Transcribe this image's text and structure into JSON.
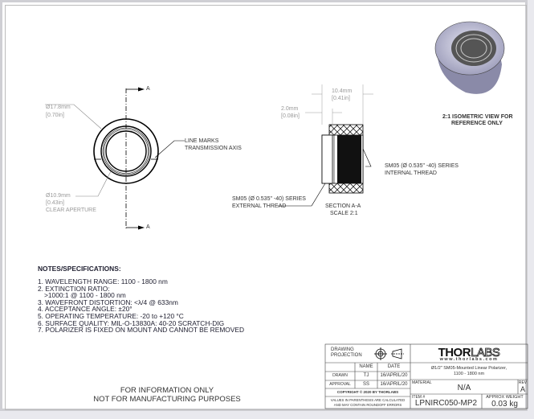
{
  "front_view": {
    "section_label": "A",
    "outer_dia_mm": "Ø17.8mm",
    "outer_dia_in": "[0.70in]",
    "aperture_dia_mm": "Ø10.9mm",
    "aperture_dia_in": "[0.43in]",
    "aperture_label": "CLEAR APERTURE",
    "line_marks_1": "LINE MARKS",
    "line_marks_2": "TRANSMISSION AXIS"
  },
  "section_view": {
    "length_mm": "10.4mm",
    "length_in": "[0.41in]",
    "thread_len_mm": "2.0mm",
    "thread_len_in": "[0.08in]",
    "internal_1": "SM05 (Ø 0.535\" -40) SERIES",
    "internal_2": "INTERNAL THREAD",
    "external_1": "SM05 (Ø 0.535\" -40) SERIES",
    "external_2": "EXTERNAL THREAD",
    "title_1": "SECTION A-A",
    "title_2": "SCALE 2:1"
  },
  "iso_view": {
    "line1": "2:1 ISOMETRIC VIEW FOR",
    "line2": "REFERENCE ONLY"
  },
  "notes": {
    "title": "NOTES/SPECIFICATIONS:",
    "items": [
      "1. WAVELENGTH RANGE: 1100 - 1800 nm",
      "2. EXTINCTION RATIO:",
      "    >1000:1 @ 1100 - 1800 nm",
      "3. WAVEFRONT DISTORTION: <λ/4 @ 633nm",
      "4. ACCEPTANCE ANGLE: ±20°",
      "5. OPERATING TEMPERATURE: -20 to +120 °C",
      "6. SURFACE QUALITY: MIL-O-13830A: 40-20 SCRATCH-DIG",
      "7. POLARIZER IS FIXED ON MOUNT AND CANNOT BE REMOVED"
    ]
  },
  "disclaimer": {
    "line1": "FOR INFORMATION ONLY",
    "line2": "NOT FOR MANUFACTURING PURPOSES"
  },
  "title_block": {
    "projection_label_1": "DRAWING",
    "projection_label_2": "PROJECTION",
    "name_header": "NAME",
    "date_header": "DATE",
    "drawn_label": "DRAWN",
    "drawn_name": "TJ",
    "drawn_date": "16/APRIL/20",
    "approval_label": "APPROVAL",
    "approval_name": "SS",
    "approval_date": "16/APRIL/20",
    "copyright": "COPYRIGHT © 2020 BY THORLABS",
    "values_note_1": "VALUES IN PARENTHESIS ARE CALCULATED",
    "values_note_2": "AND MAY CONTAIN ROUNDOFF ERRORS",
    "logo_thor": "THOR",
    "logo_labs": "LABS",
    "website": "www.thorlabs.com",
    "description_1": "Ø1/2\" SM05-Mounted Linear Polarizer,",
    "description_2": "1100 - 1800 nm",
    "material_label": "MATERIAL",
    "material": "N/A",
    "rev_label": "REV",
    "rev": "A",
    "item_label": "ITEM #",
    "item": "LPNIRC050-MP2",
    "weight_label": "APPROX WEIGHT",
    "weight": "0.03 kg"
  }
}
